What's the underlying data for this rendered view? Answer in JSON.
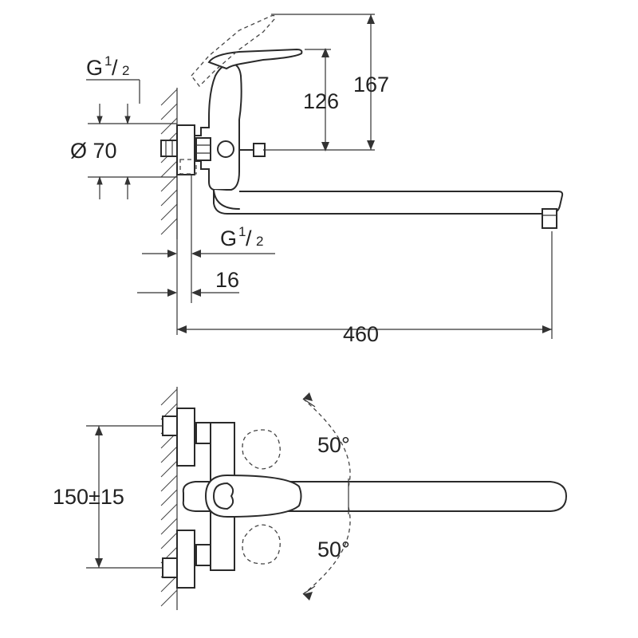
{
  "side_view": {
    "thread_top": {
      "label": "G",
      "sup": "1",
      "sub": "2"
    },
    "thread_bottom": {
      "label": "G",
      "sup": "1",
      "sub": "2"
    },
    "diameter": "Ø 70",
    "height_126": "126",
    "height_167": "167",
    "offset_16": "16",
    "length_460": "460"
  },
  "top_view": {
    "spacing": "150±15",
    "angle_upper": "50°",
    "angle_lower": "50°"
  }
}
